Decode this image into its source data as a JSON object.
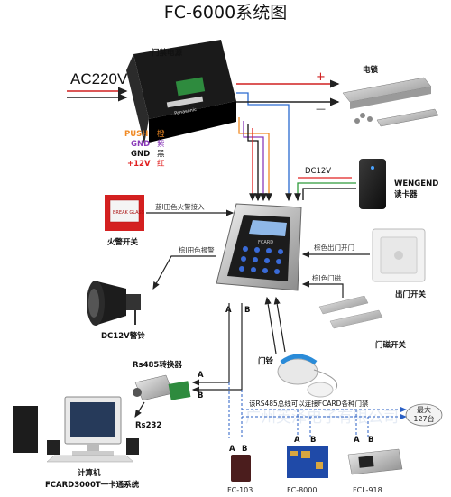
{
  "title": "FC-6000系统图",
  "power": {
    "label": "门禁电源",
    "input": "AC220V",
    "brand": "Panasonic"
  },
  "wiring": [
    {
      "label": "PUSH",
      "color_text": "橙",
      "color": "#f08a24"
    },
    {
      "label": "GND",
      "color_text": "紫",
      "color": "#8a3ab9"
    },
    {
      "label": "GND",
      "color_text": "黑",
      "color": "#111111"
    },
    {
      "label": "+12V",
      "color_text": "红",
      "color": "#e02020"
    }
  ],
  "lock": {
    "label": "电锁",
    "plus": "+",
    "minus": "—"
  },
  "reader": {
    "voltage": "DC12V",
    "name": "WENGEND",
    "label": "读卡器"
  },
  "fire": {
    "label": "火警开关",
    "wire": "蓝l田色火警接入",
    "panel_text": "BREAK GLASS"
  },
  "alarm": {
    "label": "DC12V警铃",
    "wire": "棕l田色报警"
  },
  "exit_button": {
    "label": "出门开关",
    "wire": "棕色出门开门"
  },
  "door_sensor": {
    "label": "门磁开关",
    "wire": "棕l色门磁"
  },
  "doorbell": {
    "label": "门铃"
  },
  "controller": {
    "a": "A",
    "b": "B",
    "brand": "FCARD"
  },
  "converter": {
    "label": "Rs485转换器",
    "a": "A",
    "b": "B",
    "rs232": "Rs232"
  },
  "computer": {
    "label": "计算机",
    "software": "FCARD3000T一卡通系统"
  },
  "bus": {
    "note": "该RS485总线可以连接FCARD各种门禁",
    "max": "最大",
    "max_value": "127台"
  },
  "devices": [
    {
      "name": "FC-103",
      "a": "A",
      "b": "B"
    },
    {
      "name": "FC-8000",
      "a": "A",
      "b": "B"
    },
    {
      "name": "FCL-918",
      "a": "A",
      "b": "B"
    }
  ],
  "watermark": "广州英泽电子有限公司"
}
